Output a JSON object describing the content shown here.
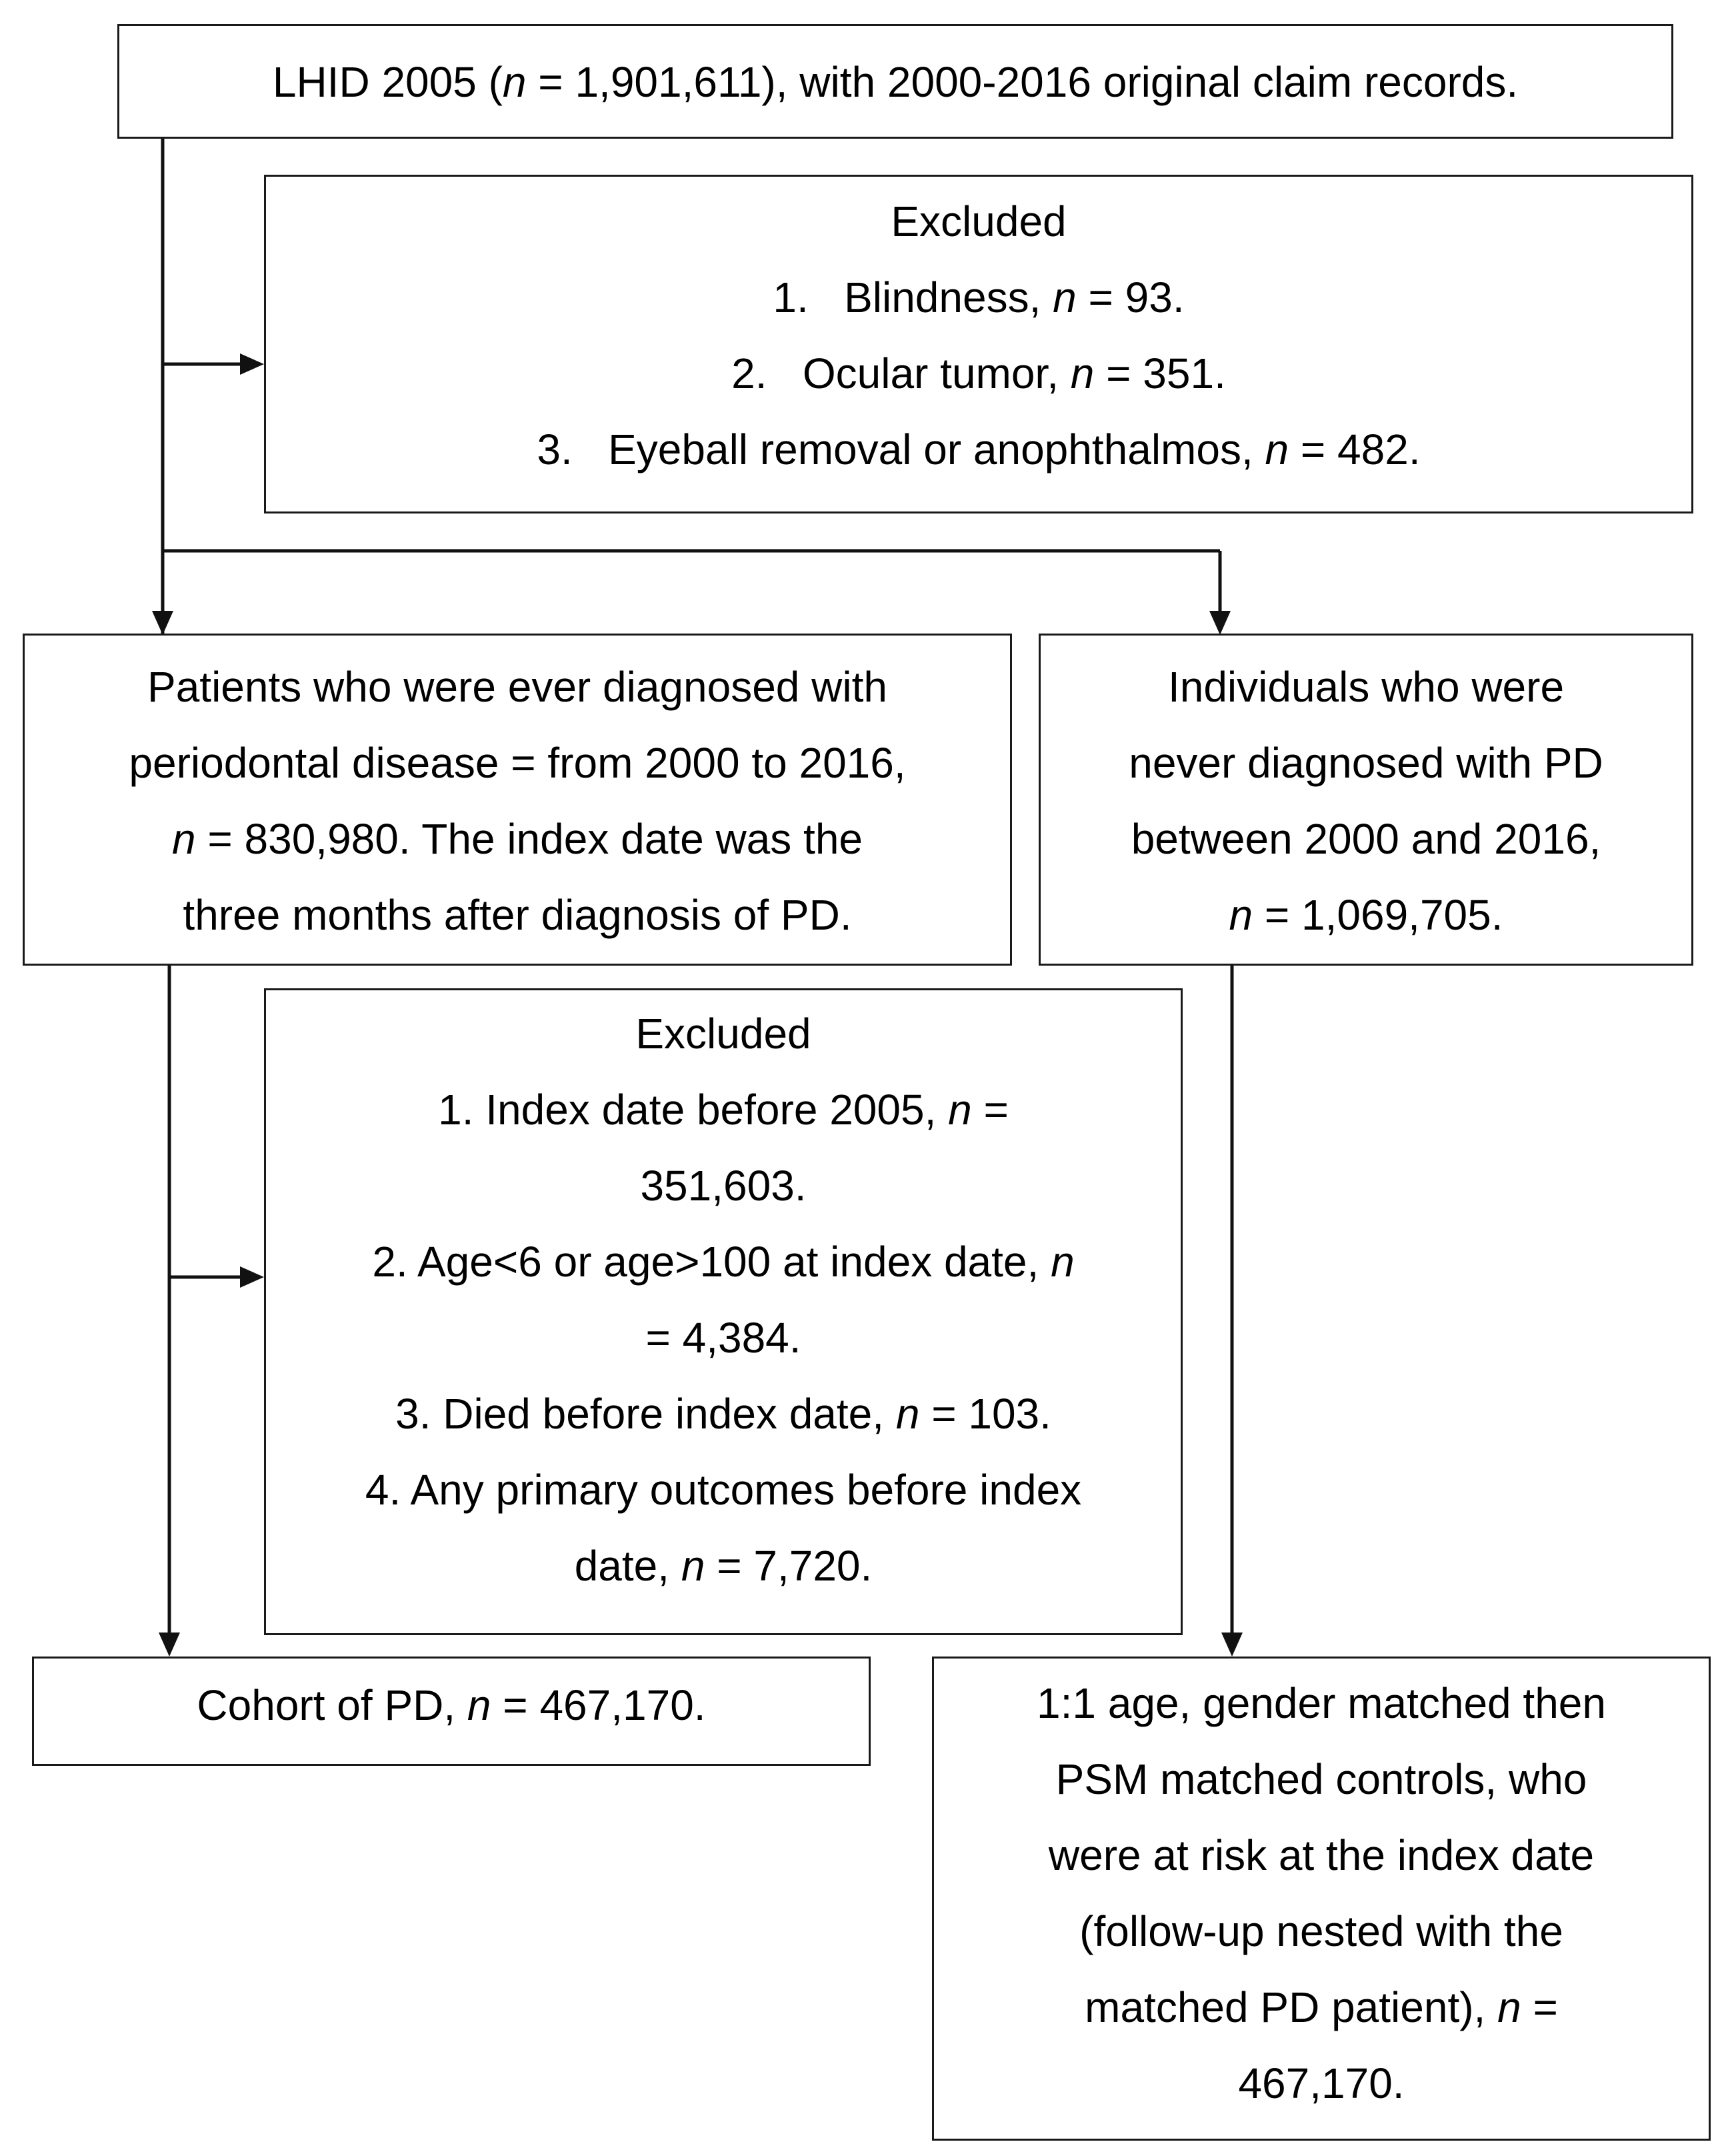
{
  "source_box": {
    "pre": "LHID 2005 (",
    "n_label": "n",
    "post": " = 1,901,611), with 2000-2016 original claim records."
  },
  "exclusion_1": {
    "heading": "Excluded",
    "items": [
      {
        "num": "1.",
        "text": "Blindness, ",
        "n_label": "n",
        "value": " = 93."
      },
      {
        "num": "2.",
        "text": "Ocular tumor, ",
        "n_label": "n",
        "value": " = 351."
      },
      {
        "num": "3.",
        "text": "Eyeball removal or anophthalmos, ",
        "n_label": "n",
        "value": " = 482."
      }
    ]
  },
  "pd_box": {
    "line1": "Patients who were ever diagnosed with",
    "line2": "periodontal disease = from 2000 to 2016,",
    "line3_n": "n",
    "line3_rest": " = 830,980. The index date was the",
    "line4": "three months after diagnosis of PD."
  },
  "nonpd_box": {
    "line1": "Individuals who were",
    "line2": "never diagnosed with PD",
    "line3": "between 2000 and 2016,",
    "line4_n": "n",
    "line4_rest": " = 1,069,705."
  },
  "exclusion_2": {
    "heading": "Excluded",
    "line1_pre": "1. Index date before 2005, ",
    "line1_n": "n",
    "line1_post": " =",
    "line2": "351,603.",
    "line3_pre": "2. Age<6 or age>100 at index date, ",
    "line3_n": "n",
    "line4": "= 4,384.",
    "line5_pre": "3. Died before index date, ",
    "line5_n": "n",
    "line5_post": " = 103.",
    "line6": "4. Any primary outcomes before index",
    "line7_pre": "date, ",
    "line7_n": "n",
    "line7_post": " = 7,720."
  },
  "cohort_box": {
    "pre": "Cohort of PD, ",
    "n_label": "n",
    "post": " = 467,170."
  },
  "control_box": {
    "line1": "1:1 age, gender matched then",
    "line2": "PSM matched controls, who",
    "line3": "were at risk at the index date",
    "line4": "(follow-up nested with the",
    "line5_pre": "matched PD patient), ",
    "line5_n": "n",
    "line5_post": " =",
    "line6": "467,170."
  }
}
